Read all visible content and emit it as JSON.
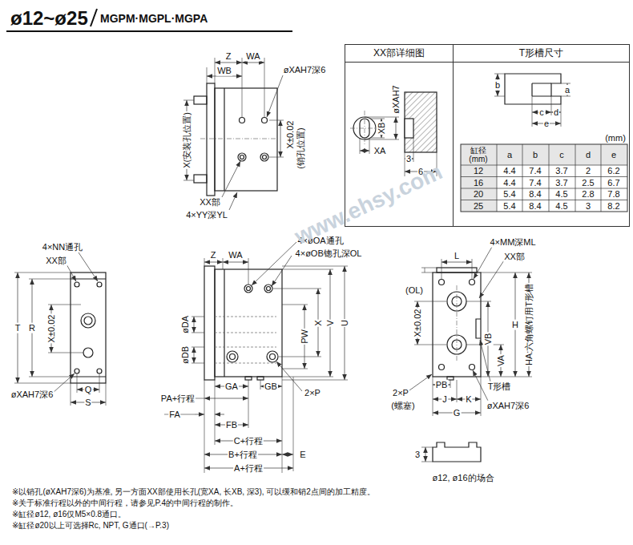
{
  "diagram": {
    "title": "ø12~ø25",
    "nodes": [
      {
        "text": [
          "XX部详细图"
        ]
      },
      {
        "text": [
          "T形槽尺寸"
        ]
      }
    ],
    "labels": [
      "MGPM·MGPL·MGPA",
      "Z",
      "WA",
      "WB",
      "øXAH7深6",
      "X(安装孔位置)",
      "X±0.02",
      "(销孔位置)",
      "XX部",
      "4×YY深YL",
      "øXAH7",
      "XB",
      "XA",
      "3",
      "6",
      "b",
      "a",
      "c",
      "d",
      "e",
      "(mm)",
      "缸径 (mm)",
      "a",
      "b",
      "c",
      "d",
      "e",
      "12",
      "4.4",
      "7.4",
      "3.7",
      "2",
      "6.2",
      "16",
      "4.4",
      "7.4",
      "3.7",
      "2.5",
      "6.7",
      "20",
      "5.4",
      "8.4",
      "4.5",
      "2.8",
      "7.8",
      "25",
      "5.4",
      "8.4",
      "4.5",
      "3",
      "8.2",
      "4×NN通孔",
      "XX部",
      "T",
      "R",
      "X±0.02",
      "Q",
      "S",
      "øXAH7深6",
      "Z",
      "WA",
      "4×øOA通孔",
      "4×øOB锪孔深OL",
      "øDA",
      "øDB",
      "PW",
      "X",
      "V",
      "U",
      "GA",
      "GB",
      "2×P",
      "PA+行程",
      "FA",
      "FB",
      "C+行程",
      "B+行程",
      "A+行程",
      "E",
      "L",
      "4×MM深ML",
      "XX部",
      "(OL)",
      "X±0.02",
      "VB",
      "VA",
      "H",
      "HA:六角螺钉用T形槽",
      "2×P",
      "(螺塞)",
      "PB",
      "J",
      "K",
      "T形槽",
      "øXAH7深6",
      "G",
      "3",
      "ø12, ø16的场合",
      "※以销孔(øXAH7深6)为基准, 另一方面XX部使用长孔(宽XA, 长XB, 深3), 可以缓和销2点间的加工精度。",
      "※关于标准行程以外的中间行程，请参见P.4的中间行程的制作。",
      "※缸径ø12, ø16仅M5×0.8通口。",
      "※缸径ø20以上可选择Rc, NPT, G通口(→P.3)",
      "www.ehsy.com"
    ]
  }
}
